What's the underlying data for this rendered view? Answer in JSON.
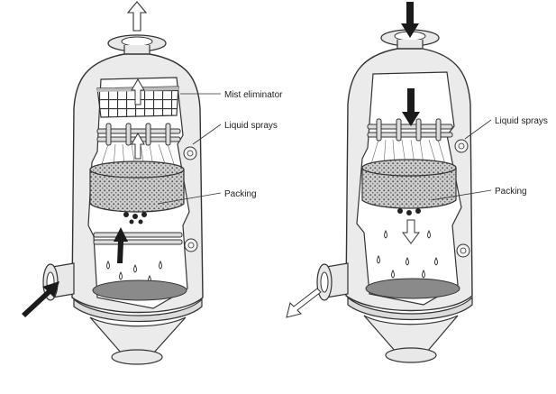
{
  "left_scrubber": {
    "labels": {
      "mist_eliminator": "Mist eliminator",
      "liquid_sprays": "Liquid sprays",
      "packing": "Packing"
    }
  },
  "right_scrubber": {
    "labels": {
      "liquid_sprays": "Liquid sprays",
      "packing": "Packing"
    }
  },
  "colors": {
    "shell": "#ebebeb",
    "outline": "#333333",
    "interior": "#ffffff",
    "liquid": "#8a8a8a",
    "packing": "#bdbdbd",
    "arrow_dark": "#1a1a1a"
  }
}
